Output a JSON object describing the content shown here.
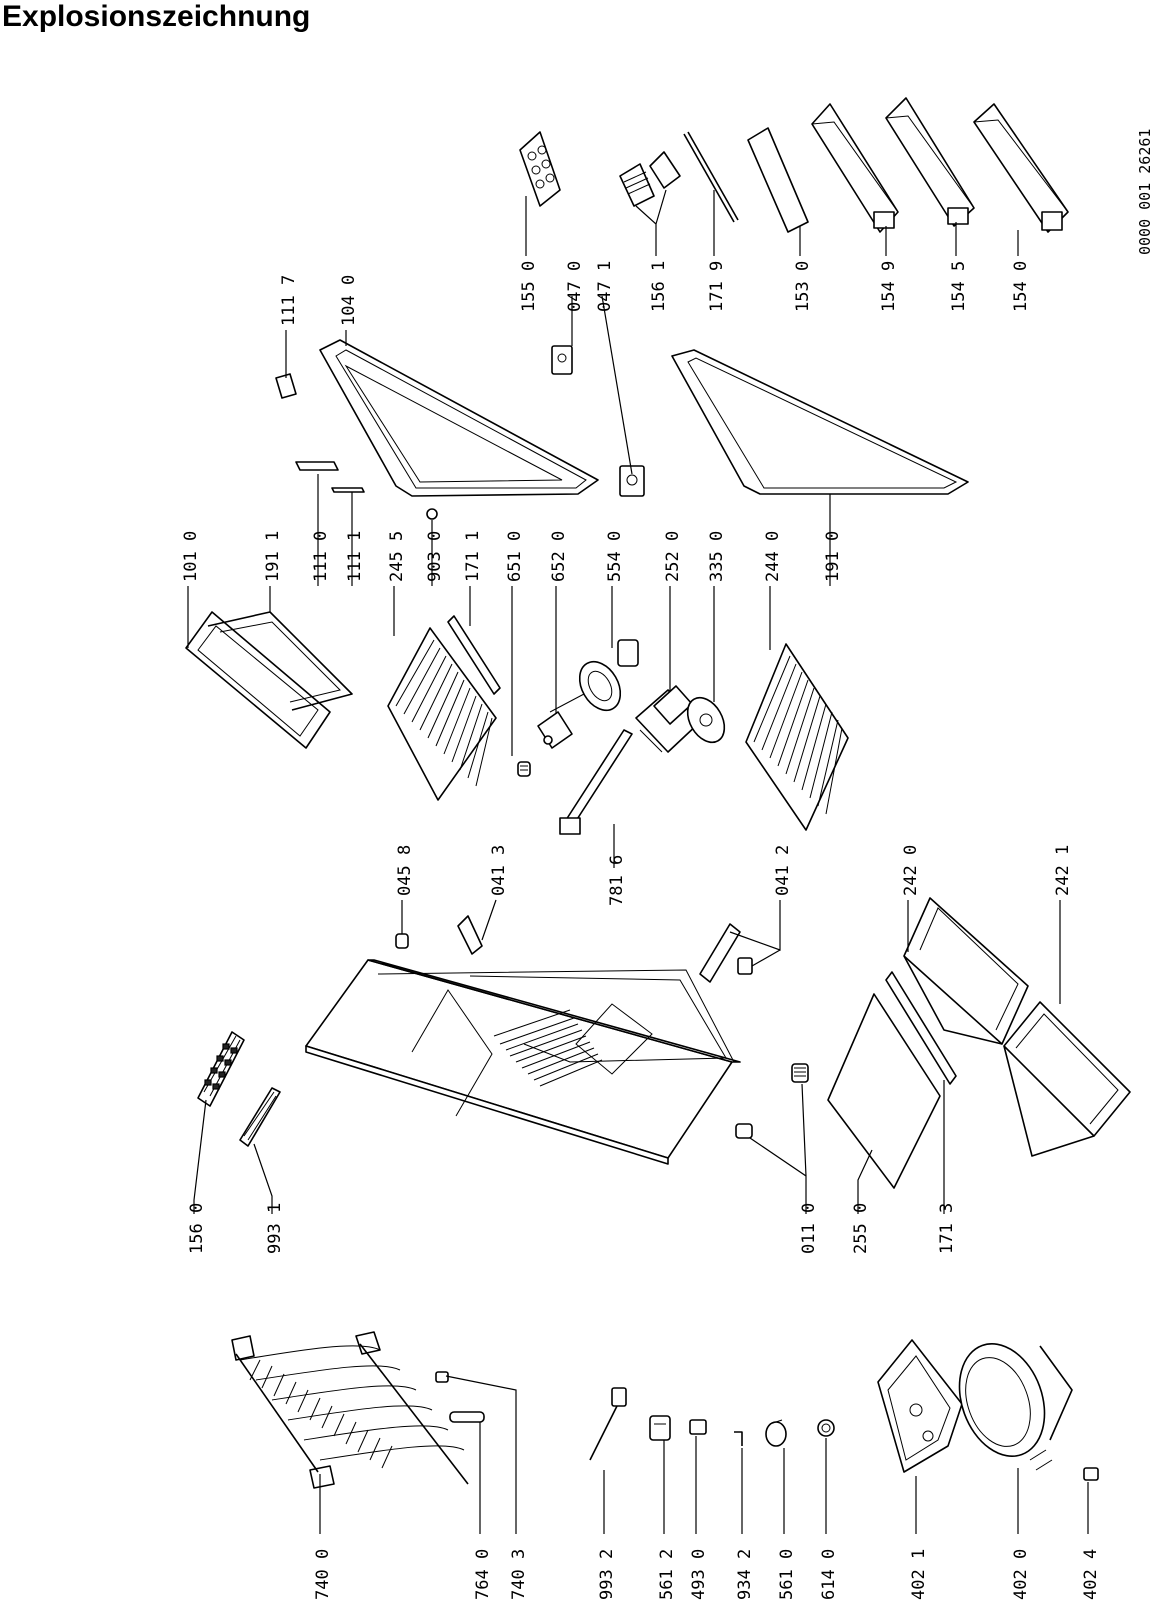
{
  "page": {
    "title": "Explosionszeichnung"
  },
  "doc_ref": {
    "number": "0000 001 26261"
  },
  "labels": [
    {
      "id": "156-0",
      "text": "156 0"
    },
    {
      "id": "993-1",
      "text": "993 1"
    },
    {
      "id": "101-0",
      "text": "101 0"
    },
    {
      "id": "191-1",
      "text": "191 1"
    },
    {
      "id": "111-0",
      "text": "111 0"
    },
    {
      "id": "111-1",
      "text": "111 1"
    },
    {
      "id": "245-5",
      "text": "245 5"
    },
    {
      "id": "903-0",
      "text": "903 0"
    },
    {
      "id": "171-1",
      "text": "171 1"
    },
    {
      "id": "651-0",
      "text": "651 0"
    },
    {
      "id": "652-0",
      "text": "652 0"
    },
    {
      "id": "554-0",
      "text": "554 0"
    },
    {
      "id": "252-0",
      "text": "252 0"
    },
    {
      "id": "335-0",
      "text": "335 0"
    },
    {
      "id": "244-0",
      "text": "244 0"
    },
    {
      "id": "191-0",
      "text": "191 0"
    },
    {
      "id": "111-7",
      "text": "111 7"
    },
    {
      "id": "104-0",
      "text": "104 0"
    },
    {
      "id": "155-0",
      "text": "155 0"
    },
    {
      "id": "047-0",
      "text": "047 0"
    },
    {
      "id": "047-1",
      "text": "047 1"
    },
    {
      "id": "156-1",
      "text": "156 1"
    },
    {
      "id": "171-9",
      "text": "171 9"
    },
    {
      "id": "153-0",
      "text": "153 0"
    },
    {
      "id": "154-9",
      "text": "154 9"
    },
    {
      "id": "154-5",
      "text": "154 5"
    },
    {
      "id": "154-0",
      "text": "154 0"
    },
    {
      "id": "045-8",
      "text": "045 8"
    },
    {
      "id": "041-3",
      "text": "041 3"
    },
    {
      "id": "781-6",
      "text": "781 6"
    },
    {
      "id": "041-2",
      "text": "041 2"
    },
    {
      "id": "242-0",
      "text": "242 0"
    },
    {
      "id": "242-1",
      "text": "242 1"
    },
    {
      "id": "011-0",
      "text": "011 0"
    },
    {
      "id": "255-0",
      "text": "255 0"
    },
    {
      "id": "171-3",
      "text": "171 3"
    },
    {
      "id": "740-0",
      "text": "740 0"
    },
    {
      "id": "764-0",
      "text": "764 0"
    },
    {
      "id": "740-3",
      "text": "740 3"
    },
    {
      "id": "993-2",
      "text": "993 2"
    },
    {
      "id": "561-2",
      "text": "561 2"
    },
    {
      "id": "493-0",
      "text": "493 0"
    },
    {
      "id": "934-2",
      "text": "934 2"
    },
    {
      "id": "561-0",
      "text": "561 0"
    },
    {
      "id": "614-0",
      "text": "614 0"
    },
    {
      "id": "402-1",
      "text": "402 1"
    },
    {
      "id": "402-0",
      "text": "402 0"
    },
    {
      "id": "402-4",
      "text": "402 4"
    }
  ]
}
